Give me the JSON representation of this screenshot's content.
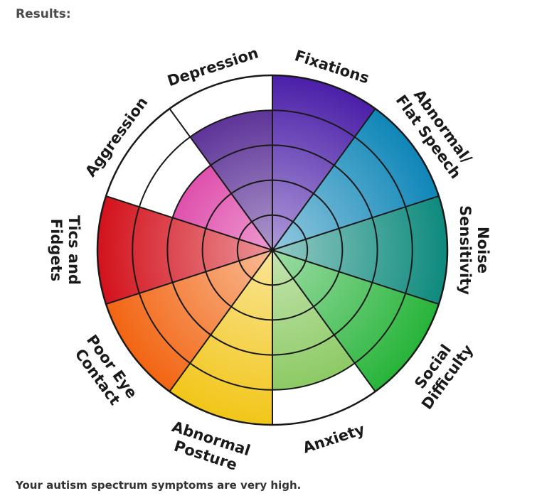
{
  "header": {
    "title": "Results:"
  },
  "result": {
    "text": "Your autism spectrum symptoms are very high."
  },
  "chart_data": {
    "type": "radial-bar",
    "max_level": 5,
    "categories": [
      {
        "label": [
          "Fixations"
        ],
        "value": 5,
        "color": "#4b1fa8"
      },
      {
        "label": [
          "Abnormal/",
          "Flat Speech"
        ],
        "value": 5,
        "color": "#0f86b8"
      },
      {
        "label": [
          "Noise",
          "Sensitivity"
        ],
        "value": 5,
        "color": "#0e8a7d"
      },
      {
        "label": [
          "Social",
          "Difficulty"
        ],
        "value": 5,
        "color": "#27b43a"
      },
      {
        "label": [
          "Anxiety"
        ],
        "value": 4,
        "color": "#7ec451"
      },
      {
        "label": [
          "Abnormal",
          "Posture"
        ],
        "value": 5,
        "color": "#f2c619"
      },
      {
        "label": [
          "Poor Eye",
          "Contact"
        ],
        "value": 5,
        "color": "#f26512"
      },
      {
        "label": [
          "Tics and",
          "Fidgets"
        ],
        "value": 5,
        "color": "#d3121c"
      },
      {
        "label": [
          "Aggression"
        ],
        "value": 3,
        "color": "#d61f96"
      },
      {
        "label": [
          "Depression"
        ],
        "value": 4,
        "color": "#4a1b8c"
      }
    ]
  }
}
